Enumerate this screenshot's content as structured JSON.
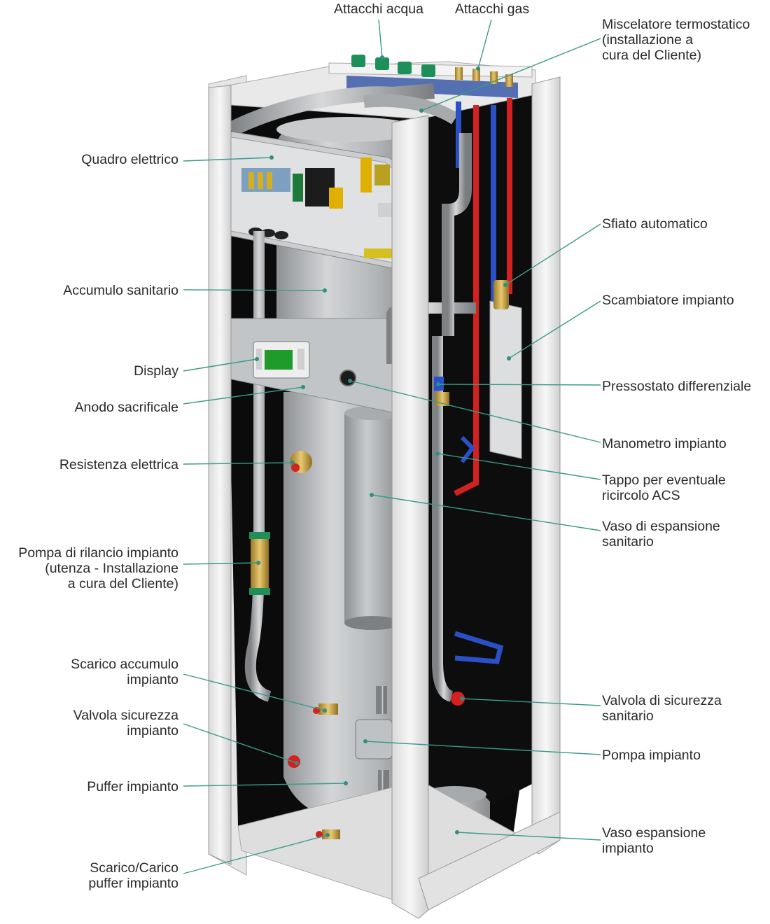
{
  "colors": {
    "leader": "#3a9a8a",
    "dot": "#2f8f80",
    "text": "#2a2a2a",
    "frame": "#ececec",
    "panel": "#bfc2c5",
    "tank": "#b9bcbf",
    "dark": "#0b0b0b",
    "pipe_red": "#d42020",
    "pipe_blue": "#2a50c8",
    "fitting_green": "#1f8f5a",
    "brass": "#c9a040"
  },
  "labels": {
    "attacchi_acqua": [
      "Attacchi acqua"
    ],
    "attacchi_gas": [
      "Attacchi gas"
    ],
    "miscelatore": [
      "Miscelatore termostatico",
      "(installazione a",
      "cura del Cliente)"
    ],
    "quadro": [
      "Quadro elettrico"
    ],
    "sfiato": [
      "Sfiato automatico"
    ],
    "accumulo": [
      "Accumulo sanitario"
    ],
    "scambiatore": [
      "Scambiatore impianto"
    ],
    "display": [
      "Display"
    ],
    "pressostato": [
      "Pressostato differenziale"
    ],
    "anodo": [
      "Anodo sacrificale"
    ],
    "manometro": [
      "Manometro impianto"
    ],
    "resistenza": [
      "Resistenza elettrica"
    ],
    "tappo": [
      "Tappo per eventuale",
      "ricircolo ACS"
    ],
    "vaso_san": [
      "Vaso di espansione",
      "sanitario"
    ],
    "pompa_rilancio": [
      "Pompa di rilancio impianto",
      "(utenza - Installazione",
      "a cura del Cliente)"
    ],
    "scarico_acc": [
      "Scarico accumulo",
      "impianto"
    ],
    "valvola_sic_san": [
      "Valvola di sicurezza",
      "sanitario"
    ],
    "valvola_sic_imp": [
      "Valvola sicurezza",
      "impianto"
    ],
    "pompa_imp": [
      "Pompa impianto"
    ],
    "puffer": [
      "Puffer impianto"
    ],
    "vaso_imp": [
      "Vaso espansione",
      "impianto"
    ],
    "scarico_carico": [
      "Scarico/Carico",
      "puffer impianto"
    ]
  }
}
